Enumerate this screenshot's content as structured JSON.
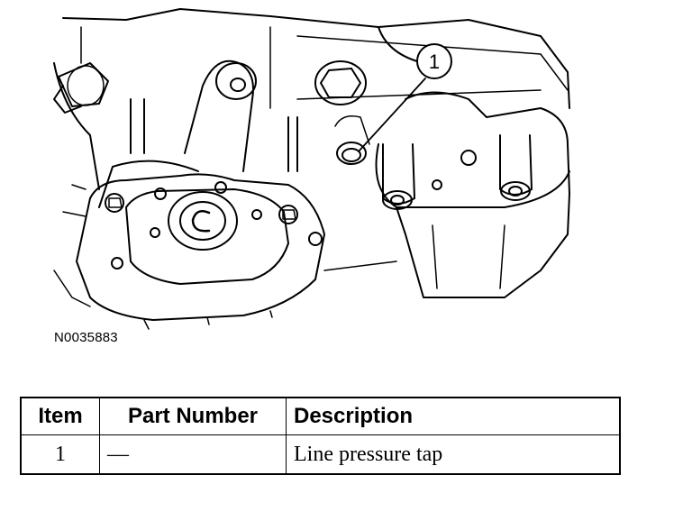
{
  "figure": {
    "id": "N0035883",
    "callout": "1"
  },
  "table": {
    "headers": [
      "Item",
      "Part Number",
      "Description"
    ],
    "rows": [
      [
        "1",
        "—",
        "Line pressure tap"
      ]
    ]
  }
}
